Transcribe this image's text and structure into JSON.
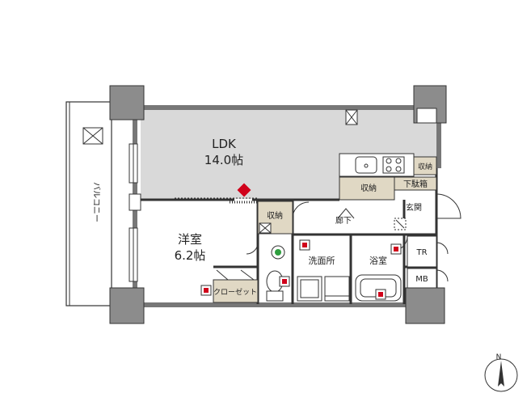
{
  "rooms": {
    "ldk_name": "LDK",
    "ldk_size": "14.0帖",
    "western_name": "洋室",
    "western_size": "6.2帖",
    "balcony": "バルコニー",
    "storage_a": "収納",
    "storage_b": "収納",
    "storage_c": "収納",
    "shoe_storage": "下駄箱",
    "closet": "クローゼット",
    "hallway": "廊下",
    "entrance": "玄関",
    "washroom": "洗面所",
    "bathroom": "浴室",
    "tr": "TR",
    "mb": "MB"
  },
  "compass": {
    "label": "N"
  },
  "colors": {
    "ldk_fill": "#d9d9d9",
    "storage_fill": "#e0d8c4",
    "wall": "#8c8c8c",
    "marker": "#d0021b",
    "accent_diamond": "#d0021b",
    "sensor": "#2e9e3e"
  }
}
